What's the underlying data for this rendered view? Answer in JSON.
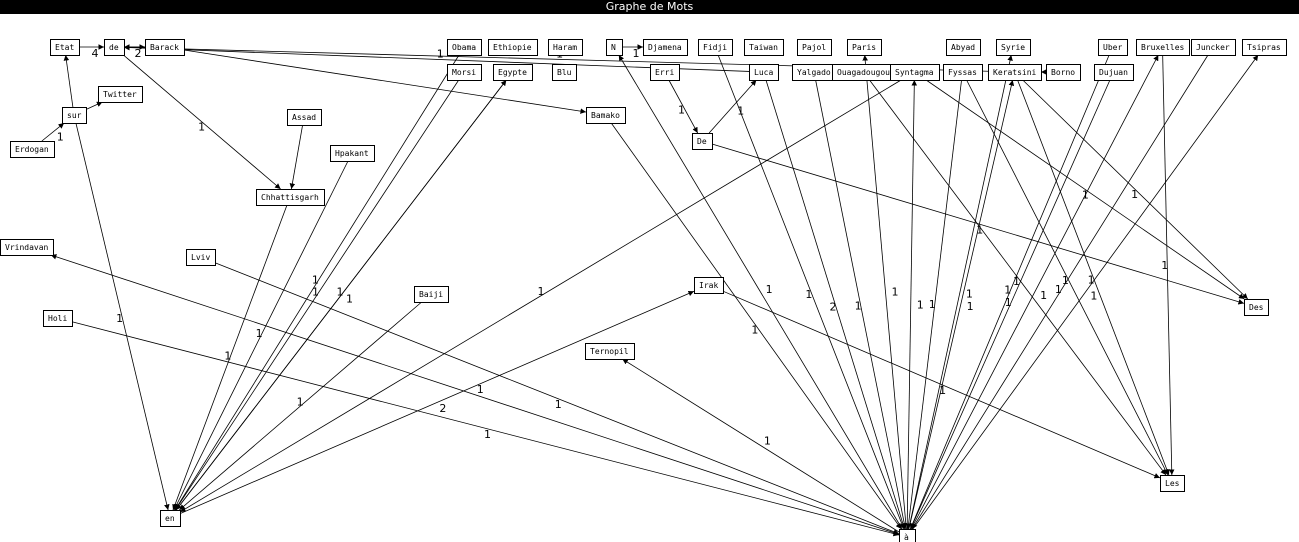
{
  "window": {
    "title": "Graphe de Mots"
  },
  "nodes": [
    {
      "id": "Etat",
      "label": "Etat"
    },
    {
      "id": "de",
      "label": "de"
    },
    {
      "id": "Barack",
      "label": "Barack"
    },
    {
      "id": "sur",
      "label": "sur"
    },
    {
      "id": "Twitter",
      "label": "Twitter"
    },
    {
      "id": "Erdogan",
      "label": "Erdogan"
    },
    {
      "id": "Assad",
      "label": "Assad"
    },
    {
      "id": "Hpakant",
      "label": "Hpakant"
    },
    {
      "id": "Chhattisgarh",
      "label": "Chhattisgarh"
    },
    {
      "id": "Vrindavan",
      "label": "Vrindavan"
    },
    {
      "id": "Lviv",
      "label": "Lviv"
    },
    {
      "id": "Holi",
      "label": "Holi"
    },
    {
      "id": "Baiji",
      "label": "Baiji"
    },
    {
      "id": "en",
      "label": "en"
    },
    {
      "id": "Obama",
      "label": "Obama"
    },
    {
      "id": "Morsi",
      "label": "Morsi"
    },
    {
      "id": "Ethiopie",
      "label": "Ethiopie"
    },
    {
      "id": "Egypte",
      "label": "Egypte"
    },
    {
      "id": "Haram",
      "label": "Haram"
    },
    {
      "id": "Blu",
      "label": "Blu"
    },
    {
      "id": "N",
      "label": "N"
    },
    {
      "id": "Djamena",
      "label": "Djamena"
    },
    {
      "id": "Erri",
      "label": "Erri"
    },
    {
      "id": "Bamako",
      "label": "Bamako"
    },
    {
      "id": "De",
      "label": "De"
    },
    {
      "id": "Fidji",
      "label": "Fidji"
    },
    {
      "id": "Taiwan",
      "label": "Taiwan"
    },
    {
      "id": "Luca",
      "label": "Luca"
    },
    {
      "id": "Pajol",
      "label": "Pajol"
    },
    {
      "id": "Yalgado",
      "label": "Yalgado"
    },
    {
      "id": "Paris",
      "label": "Paris"
    },
    {
      "id": "Ouagadougou",
      "label": "Ouagadougou"
    },
    {
      "id": "Syntagma",
      "label": "Syntagma"
    },
    {
      "id": "Abyad",
      "label": "Abyad"
    },
    {
      "id": "Fyssas",
      "label": "Fyssas"
    },
    {
      "id": "Syrie",
      "label": "Syrie"
    },
    {
      "id": "Keratsini",
      "label": "Keratsini"
    },
    {
      "id": "Borno",
      "label": "Borno"
    },
    {
      "id": "Uber",
      "label": "Uber"
    },
    {
      "id": "Dujuan",
      "label": "Dujuan"
    },
    {
      "id": "Bruxelles",
      "label": "Bruxelles"
    },
    {
      "id": "Juncker",
      "label": "Juncker"
    },
    {
      "id": "Tsipras",
      "label": "Tsipras"
    },
    {
      "id": "Irak",
      "label": "Irak"
    },
    {
      "id": "Ternopil",
      "label": "Ternopil"
    },
    {
      "id": "a_grave",
      "label": "à"
    },
    {
      "id": "Des",
      "label": "Des"
    },
    {
      "id": "Les",
      "label": "Les"
    }
  ],
  "edges": [
    {
      "from": "Etat",
      "to": "de",
      "weight": "4"
    },
    {
      "from": "de",
      "to": "Barack",
      "weight": "2"
    },
    {
      "from": "Barack",
      "to": "de",
      "weight": ""
    },
    {
      "from": "Keratsini",
      "to": "de",
      "weight": "1"
    },
    {
      "from": "Luca",
      "to": "de",
      "weight": "1"
    },
    {
      "from": "N",
      "to": "Djamena",
      "weight": "1"
    },
    {
      "from": "de",
      "to": "Chhattisgarh",
      "weight": "1"
    },
    {
      "from": "Barack",
      "to": "Bamako",
      "weight": ""
    },
    {
      "from": "sur",
      "to": "Etat",
      "weight": ""
    },
    {
      "from": "sur",
      "to": "Twitter",
      "weight": ""
    },
    {
      "from": "Erdogan",
      "to": "sur",
      "weight": "1"
    },
    {
      "from": "sur",
      "to": "en",
      "weight": "1"
    },
    {
      "from": "Assad",
      "to": "Chhattisgarh",
      "weight": ""
    },
    {
      "from": "Chhattisgarh",
      "to": "en",
      "weight": "1"
    },
    {
      "from": "Hpakant",
      "to": "en",
      "weight": "1"
    },
    {
      "from": "Morsi",
      "to": "en",
      "weight": "1"
    },
    {
      "from": "Obama",
      "to": "en",
      "weight": "1"
    },
    {
      "from": "Egypte",
      "to": "en",
      "weight": "1"
    },
    {
      "from": "Baiji",
      "to": "en",
      "weight": "1"
    },
    {
      "from": "Syntagma",
      "to": "en",
      "weight": "1"
    },
    {
      "from": "en",
      "to": "Egypte",
      "weight": "1"
    },
    {
      "from": "en",
      "to": "Irak",
      "weight": "2"
    },
    {
      "from": "Erri",
      "to": "De",
      "weight": "1"
    },
    {
      "from": "De",
      "to": "Luca",
      "weight": "1"
    },
    {
      "from": "De",
      "to": "Des",
      "weight": "1"
    },
    {
      "from": "Bamako",
      "to": "a_grave",
      "weight": "1"
    },
    {
      "from": "a_grave",
      "to": "N",
      "weight": "1"
    },
    {
      "from": "Fidji",
      "to": "a_grave",
      "weight": "1"
    },
    {
      "from": "Luca",
      "to": "a_grave",
      "weight": "2"
    },
    {
      "from": "Yalgado",
      "to": "a_grave",
      "weight": "1"
    },
    {
      "from": "a_grave",
      "to": "Paris",
      "weight": "1"
    },
    {
      "from": "a_grave",
      "to": "Syntagma",
      "weight": "1"
    },
    {
      "from": "Fyssas",
      "to": "a_grave",
      "weight": "1"
    },
    {
      "from": "a_grave",
      "to": "Keratsini",
      "weight": "1"
    },
    {
      "from": "a_grave",
      "to": "Syrie",
      "weight": "1"
    },
    {
      "from": "Uber",
      "to": "a_grave",
      "weight": "1"
    },
    {
      "from": "Dujuan",
      "to": "a_grave",
      "weight": "1"
    },
    {
      "from": "a_grave",
      "to": "Bruxelles",
      "weight": "1"
    },
    {
      "from": "Juncker",
      "to": "a_grave",
      "weight": "1"
    },
    {
      "from": "a_grave",
      "to": "Tsipras",
      "weight": "1"
    },
    {
      "from": "Holi",
      "to": "a_grave",
      "weight": "1"
    },
    {
      "from": "a_grave",
      "to": "Vrindavan",
      "weight": "1"
    },
    {
      "from": "Lviv",
      "to": "a_grave",
      "weight": "1"
    },
    {
      "from": "a_grave",
      "to": "Ternopil",
      "weight": "1"
    },
    {
      "from": "Ouagadougou",
      "to": "Les",
      "weight": "1"
    },
    {
      "from": "Keratsini",
      "to": "Les",
      "weight": "1"
    },
    {
      "from": "Irak",
      "to": "Les",
      "weight": "1"
    },
    {
      "from": "Bruxelles",
      "to": "Les",
      "weight": "1"
    },
    {
      "from": "Keratsini",
      "to": "Des",
      "weight": "1"
    },
    {
      "from": "Syntagma",
      "to": "Des",
      "weight": "1"
    },
    {
      "from": "Borno",
      "to": "Keratsini",
      "weight": ""
    },
    {
      "from": "Fyssas",
      "to": "Les",
      "weight": "1"
    }
  ]
}
